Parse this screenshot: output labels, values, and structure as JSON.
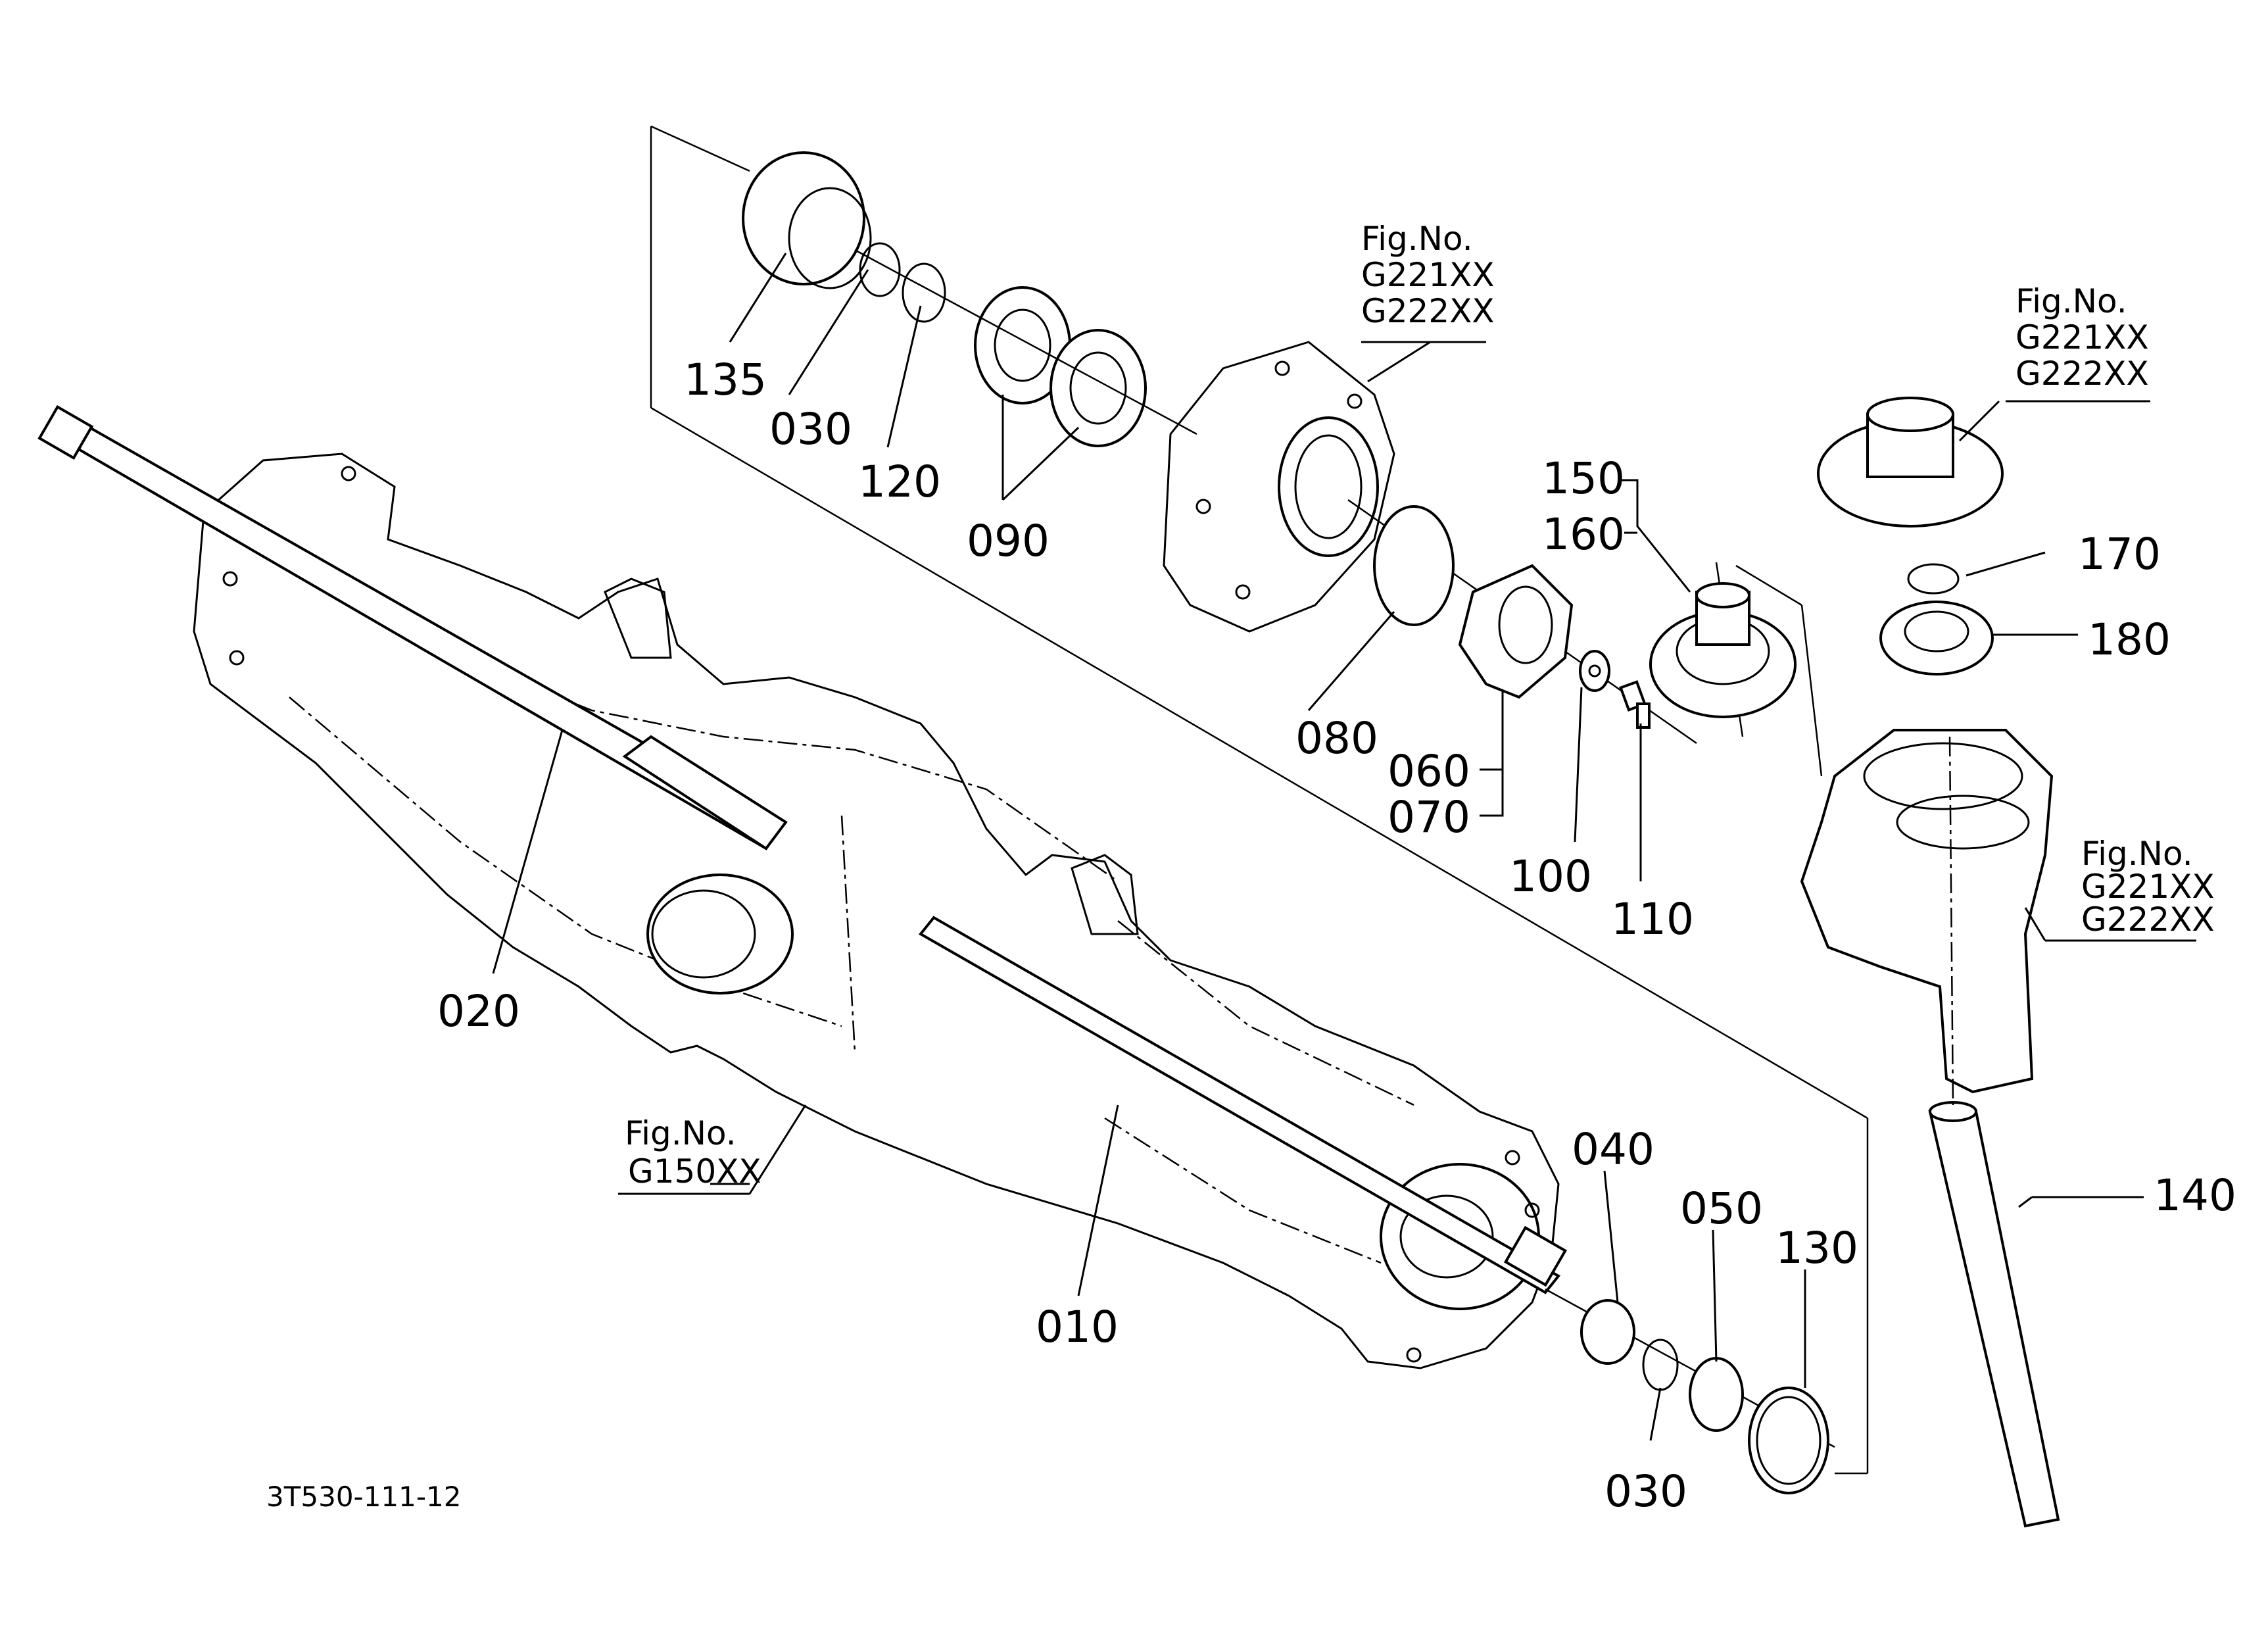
{
  "drawing_code": "3T530-111-12",
  "fig_refs": {
    "bearing_case": {
      "prefix": "Fig.No.",
      "line1": "G221XX",
      "line2": "G222XX"
    },
    "upper_cover": {
      "prefix": "Fig.No.",
      "line1": "G221XX",
      "line2": "G222XX"
    },
    "lower_case": {
      "prefix": "Fig.No.",
      "line1": "G221XX",
      "line2": "G222XX"
    },
    "axle_housing": {
      "prefix": "Fig.No.",
      "line1": "G150XX"
    }
  },
  "callouts": {
    "c135": "135",
    "c030a": "030",
    "c120": "120",
    "c090": "090",
    "c150": "150",
    "c160": "160",
    "c170": "170",
    "c180": "180",
    "c080": "080",
    "c060": "060",
    "c070": "070",
    "c100": "100",
    "c110": "110",
    "c020": "020",
    "c010": "010",
    "c040": "040",
    "c050": "050",
    "c130": "130",
    "c140": "140",
    "c030b": "030"
  }
}
